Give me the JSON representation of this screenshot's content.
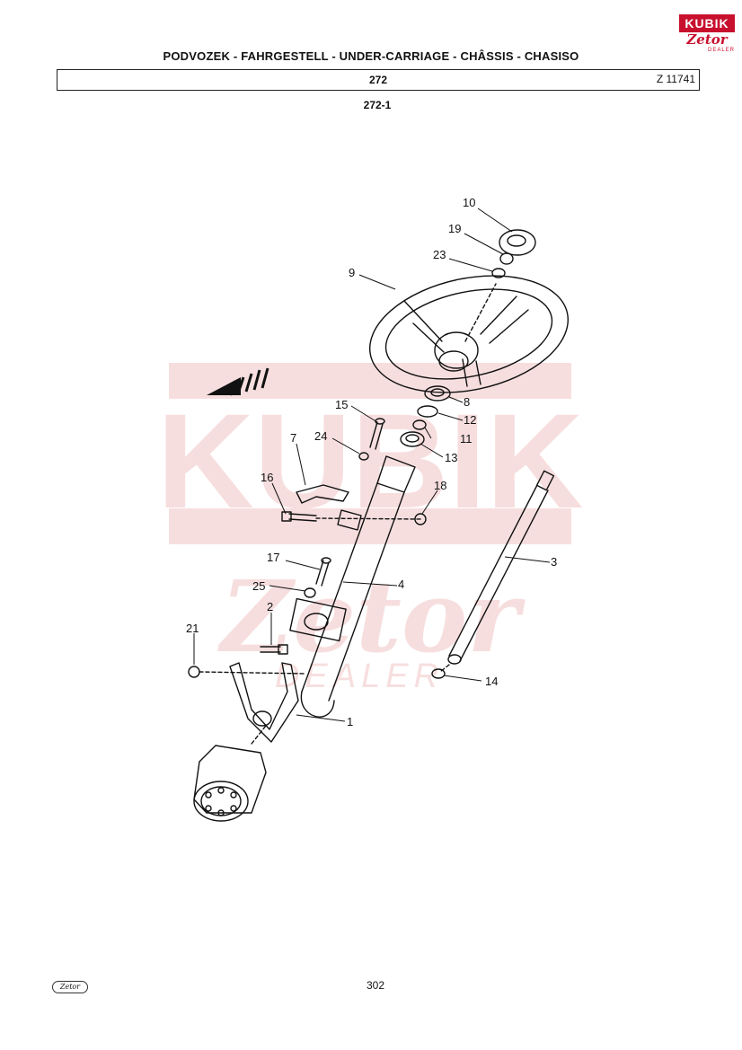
{
  "header": {
    "title": "PODVOZEK - FAHRGESTELL - UNDER-CARRIAGE - CHÂSSIS - CHASISO",
    "group_code": "272",
    "reference": "Z 11741",
    "subgroup": "272-1"
  },
  "logo": {
    "brand": "KUBIK",
    "make": "Zetor",
    "role": "DEALER"
  },
  "watermark": {
    "brand": "KUBIK",
    "make": "Zetor",
    "role": "DEALER",
    "color": "#f2c4c4"
  },
  "callouts": [
    "10",
    "19",
    "23",
    "9",
    "8",
    "12",
    "11",
    "13",
    "15",
    "24",
    "7",
    "16",
    "18",
    "3",
    "17",
    "4",
    "25",
    "2",
    "21",
    "14",
    "1"
  ],
  "footer": {
    "page_number": "302",
    "footer_logo": "Zetor"
  },
  "colors": {
    "ink": "#111111",
    "brand_red": "#c8102e"
  }
}
